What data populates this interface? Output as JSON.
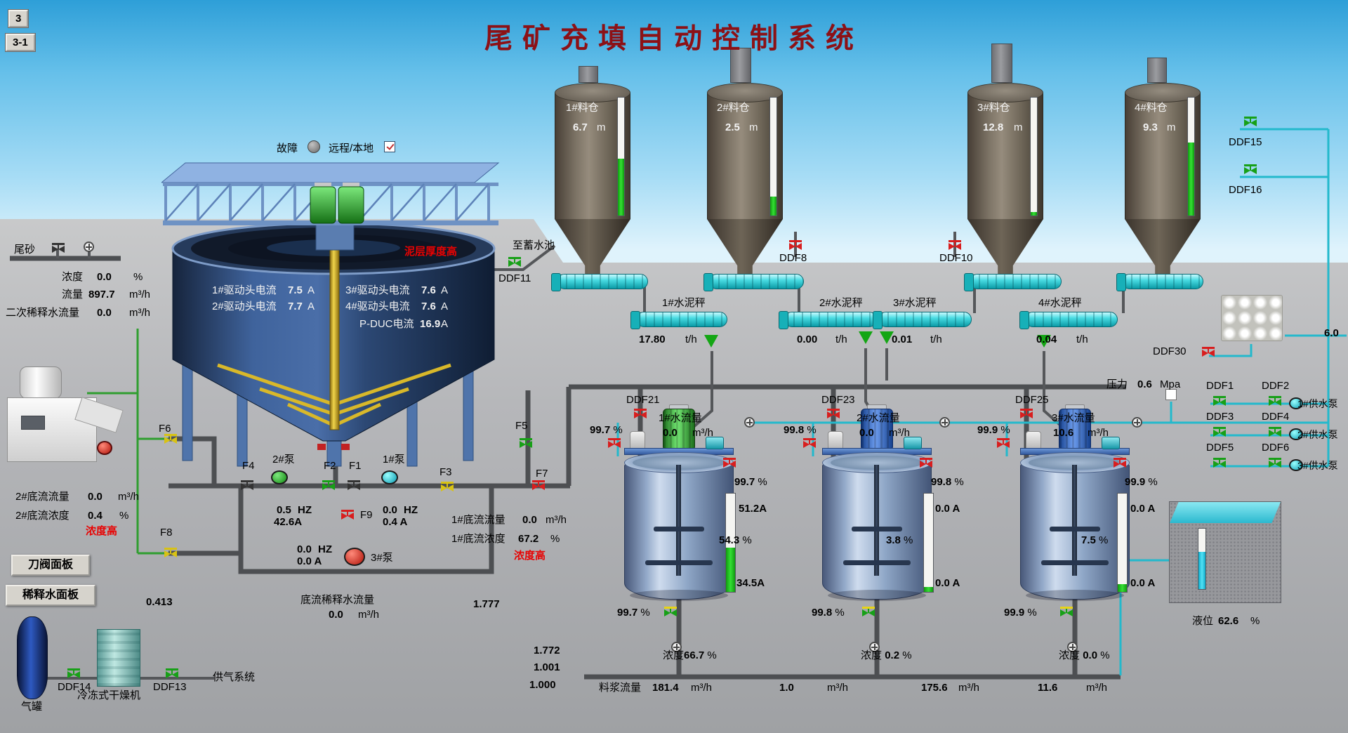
{
  "nav": {
    "btn_top": "3",
    "btn_bottom": "3-1"
  },
  "title": "尾矿充填自动控制系统",
  "tailings": {
    "label": "尾砂",
    "conc_label": "浓度",
    "conc_value": "0.0",
    "conc_unit": "%",
    "flow_label": "流量",
    "flow_value": "897.7",
    "flow_unit": "m³/h",
    "dil_label": "二次稀释水流量",
    "dil_value": "0.0",
    "dil_unit": "m³/h"
  },
  "thickener": {
    "fault_label": "故障",
    "remote_label": "远程/本地",
    "mud_alarm": "泥层厚度高",
    "to_pool": "至蓄水池",
    "ddf11": "DDF11",
    "drives": [
      {
        "label": "1#驱动头电流",
        "value": "7.5",
        "unit": "A"
      },
      {
        "label": "2#驱动头电流",
        "value": "7.7",
        "unit": "A"
      },
      {
        "label": "3#驱动头电流",
        "value": "7.6",
        "unit": "A"
      },
      {
        "label": "4#驱动头电流",
        "value": "7.6",
        "unit": "A"
      }
    ],
    "pduc_label": "P-DUC电流",
    "pduc_value": "16.9",
    "pduc_unit": "A"
  },
  "silos": [
    {
      "name": "1#料仓",
      "level": "6.7",
      "unit": "m"
    },
    {
      "name": "2#料仓",
      "level": "2.5",
      "unit": "m"
    },
    {
      "name": "3#料仓",
      "level": "12.8",
      "unit": "m"
    },
    {
      "name": "4#料仓",
      "level": "9.3",
      "unit": "m"
    }
  ],
  "scales": [
    {
      "name": "1#水泥秤",
      "value": "17.80",
      "unit": "t/h"
    },
    {
      "name": "2#水泥秤",
      "value": "0.00",
      "unit": "t/h"
    },
    {
      "name": "3#水泥秤",
      "value": "0.01",
      "unit": "t/h"
    },
    {
      "name": "4#水泥秤",
      "value": "0.04",
      "unit": "t/h"
    }
  ],
  "valves": {
    "ddf8": "DDF8",
    "ddf10": "DDF10",
    "ddf15": "DDF15",
    "ddf16": "DDF16",
    "f1": "F1",
    "f2": "F2",
    "f3": "F3",
    "f4": "F4",
    "f5": "F5",
    "f6": "F6",
    "f7": "F7",
    "f8": "F8",
    "f9": "F9"
  },
  "pumps": {
    "p1_label": "1#泵",
    "p1_hz": "0.0",
    "p1_hz_unit": "HZ",
    "p1_amp": "0.4 A",
    "p2_label": "2#泵",
    "p2_hz": "0.5",
    "p2_hz_unit": "HZ",
    "p2_amp": "42.6A",
    "p3_label": "3#泵",
    "p3_hz": "0.0",
    "p3_hz_unit": "HZ",
    "p3_amp": "0.0 A"
  },
  "underflow": {
    "u2_flow_label": "2#底流流量",
    "u2_flow_value": "0.0",
    "u2_flow_unit": "m³/h",
    "u2_conc_label": "2#底流浓度",
    "u2_conc_value": "0.4",
    "u2_conc_unit": "%",
    "u2_alarm": "浓度高",
    "u1_flow_label": "1#底流流量",
    "u1_flow_value": "0.0",
    "u1_flow_unit": "m³/h",
    "u1_conc_label": "1#底流浓度",
    "u1_conc_value": "67.2",
    "u1_conc_unit": "%",
    "u1_alarm": "浓度高",
    "dil_label": "底流稀释水流量",
    "dil_value": "0.0",
    "dil_unit": "m³/h",
    "n_left": "0.413",
    "n_right": "1.777",
    "n1": "1.772",
    "n2": "1.001",
    "n3": "1.000"
  },
  "panels": {
    "knife": "刀阀面板",
    "dilution": "稀释水面板"
  },
  "tanks": [
    {
      "ddf": "DDF21",
      "water_label": "1#水流量",
      "water_value": "0.0",
      "water_unit": "m³/h",
      "vin": "99.7",
      "vin_u": "%",
      "vtop": "99.7",
      "vtop_u": "%",
      "amp_top": "51.2A",
      "level": "54.3",
      "level_u": "%",
      "amp_bot": "34.5A",
      "vout": "99.7",
      "vout_u": "%",
      "conc_label": "浓度",
      "conc_value": "66.7",
      "conc_u": "%"
    },
    {
      "ddf": "DDF23",
      "water_label": "2#水流量",
      "water_value": "0.0",
      "water_unit": "m³/h",
      "vin": "99.8",
      "vin_u": "%",
      "vtop": "99.8",
      "vtop_u": "%",
      "amp_top": "0.0 A",
      "level": "3.8",
      "level_u": "%",
      "amp_bot": "0.0 A",
      "vout": "99.8",
      "vout_u": "%",
      "conc_label": "浓度",
      "conc_value": "0.2",
      "conc_u": "%"
    },
    {
      "ddf": "DDF25",
      "water_label": "3#水流量",
      "water_value": "10.6",
      "water_unit": "m³/h",
      "vin": "99.9",
      "vin_u": "%",
      "vtop": "99.9",
      "vtop_u": "%",
      "amp_top": "0.0 A",
      "level": "7.5",
      "level_u": "%",
      "amp_bot": "0.0 A",
      "vout": "99.9",
      "vout_u": "%",
      "conc_label": "浓度",
      "conc_value": "0.0",
      "conc_u": "%"
    }
  ],
  "slurry": {
    "label": "料浆流量",
    "v1": "181.4",
    "u1": "m³/h",
    "v2": "1.0",
    "u2": "m³/h",
    "v3": "175.6",
    "u3": "m³/h",
    "v4": "11.6",
    "u4": "m³/h"
  },
  "water": {
    "ddf30": "DDF30",
    "edge_value": "6.0",
    "press_label": "压力",
    "press_value": "0.6",
    "press_unit": "Mpa",
    "ddf1": "DDF1",
    "ddf2": "DDF2",
    "ddf3": "DDF3",
    "ddf4": "DDF4",
    "ddf5": "DDF5",
    "ddf6": "DDF6",
    "pump1": "1#供水泵",
    "pump2": "2#供水泵",
    "pump3": "3#供水泵",
    "level_label": "液位",
    "level_value": "62.6",
    "level_unit": "%"
  },
  "gas": {
    "tank": "气罐",
    "ddf14": "DDF14",
    "dryer": "冷冻式干燥机",
    "ddf13": "DDF13",
    "supply": "供气系统"
  }
}
